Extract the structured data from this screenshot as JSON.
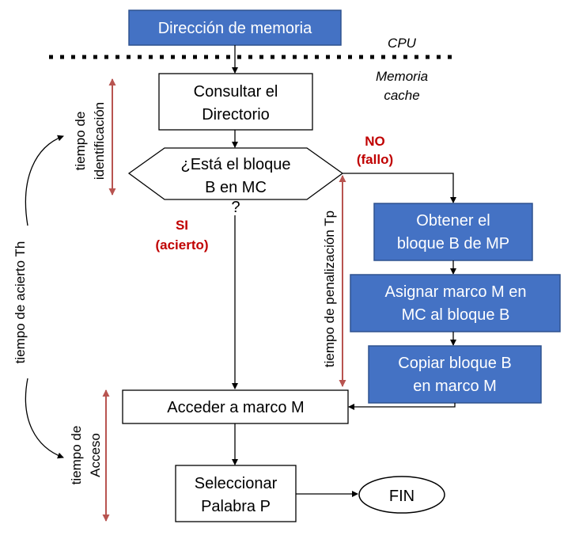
{
  "labels": {
    "cpu": "CPU",
    "cache_line1": "Memoria",
    "cache_line2": "cache",
    "no": "NO",
    "fallo": "(fallo)",
    "si": "SI",
    "acierto": "(acierto)",
    "question_mark": "?"
  },
  "nodes": {
    "direccion": "Dirección de memoria",
    "consultar_l1": "Consultar el",
    "consultar_l2": "Directorio",
    "esta_l1": "¿Está el bloque",
    "esta_l2": "B en MC",
    "obtener_l1": "Obtener el",
    "obtener_l2": "bloque B de MP",
    "asignar_l1": "Asignar marco M en",
    "asignar_l2": "MC al bloque B",
    "copiar_l1": "Copiar bloque B",
    "copiar_l2": "en marco M",
    "acceder": "Acceder a marco M",
    "seleccionar_l1": "Seleccionar",
    "seleccionar_l2": "Palabra P",
    "fin": "FIN"
  },
  "side_labels": {
    "identificacion_l1": "tiempo de",
    "identificacion_l2": "identificación",
    "acierto": "tiempo de acierto Th",
    "acceso_l1": "tiempo de",
    "acceso_l2": "Acceso",
    "penalizacion": "tiempo de penalización Tp"
  },
  "colors": {
    "blue_fill": "#4472C4",
    "blue_border": "#2F528F",
    "red_text": "#C00000",
    "red_arrow": "#B85450",
    "line": "#000000"
  }
}
